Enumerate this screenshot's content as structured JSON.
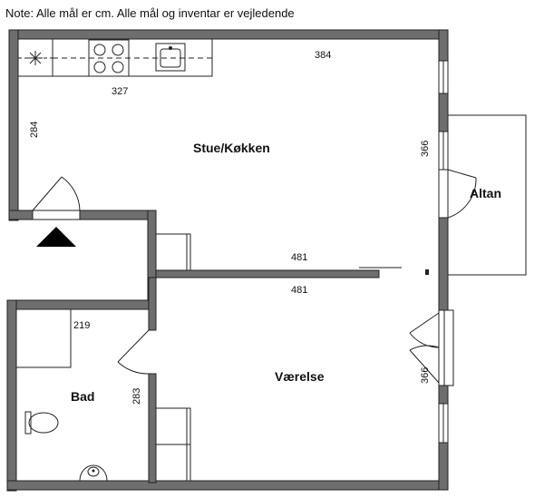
{
  "note": "Note: Alle mål er cm. Alle mål og inventar er vejledende",
  "rooms": {
    "living_kitchen": "Stue/Køkken",
    "balcony": "Altan",
    "bedroom": "Værelse",
    "bathroom": "Bad"
  },
  "dimensions": {
    "kitchen_top": "384",
    "kitchen_counter": "327",
    "living_left": "284",
    "living_right": "366",
    "living_bottom": "481",
    "bedroom_top": "481",
    "bedroom_right": "366",
    "bath_width": "219",
    "bath_height": "283"
  },
  "colors": {
    "wall_fill": "#6e6e6e",
    "line": "#222222",
    "entrance_arrow": "#000000"
  },
  "icons": [
    "fan-icon",
    "stove-icon",
    "sink-icon",
    "toilet-icon",
    "washbasin-icon",
    "entrance-arrow-icon"
  ]
}
